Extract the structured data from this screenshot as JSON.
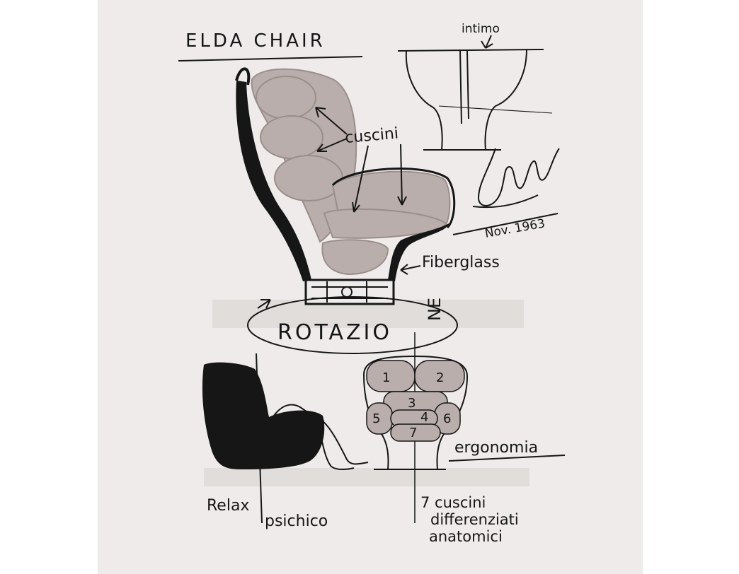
{
  "title": "ELDA CHAIR",
  "labels": {
    "intimo": "intimo",
    "cuscini": "cuscini",
    "date": "Nov. 1963",
    "fiberglass": "Fiberglass",
    "rotazione_main": "ROTAZIO",
    "rotazione_tail": "NE",
    "ergonomia": "ergonomia",
    "relax": "Relax",
    "psichico": "psichico",
    "cuscini7_line1": "7 cuscini",
    "cuscini7_line2": "differenziati",
    "cuscini7_line3": "anatomici"
  },
  "cushion_numbers": [
    "1",
    "2",
    "3",
    "4",
    "5",
    "6",
    "7"
  ],
  "colors": {
    "paper": "#efebea",
    "ink": "#161616",
    "cushion_fill": "#b9aeab",
    "marker_band": "#dedbd7"
  }
}
